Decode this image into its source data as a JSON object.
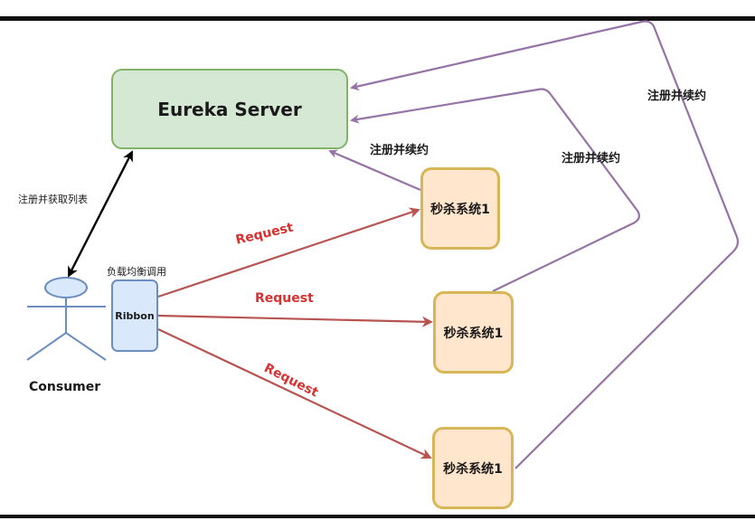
{
  "nodes": {
    "eureka_server": "Eureka Server",
    "ribbon": "Ribbon",
    "consumer": "Consumer",
    "services": [
      "秒杀系统1",
      "秒杀系统1",
      "秒杀系统1"
    ]
  },
  "labels": {
    "register_fetch_list": "注册并获取列表",
    "load_balance_call": "负载均衡调用",
    "register_renew": [
      "注册并续约",
      "注册并续约",
      "注册并续约"
    ],
    "requests": [
      "Request",
      "Request",
      "Request"
    ]
  },
  "colors": {
    "eureka_fill": "#d5e8d4",
    "eureka_stroke": "#82b366",
    "service_fill": "#ffe6cc",
    "service_stroke": "#d6b656",
    "ribbon_fill": "#dae8fc",
    "ribbon_stroke": "#6c8ebf",
    "request_edge": "#b85450",
    "request_text": "#d93030",
    "register_edge": "#9673a6",
    "fetch_edge": "#000000",
    "actor": "#6c8ebf"
  }
}
